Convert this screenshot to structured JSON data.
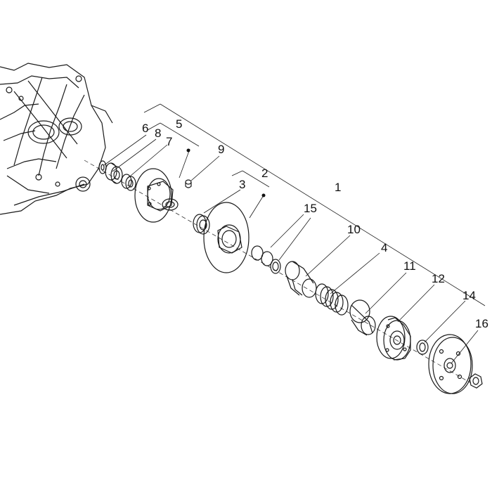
{
  "diagram": {
    "callouts": {
      "c1": "1",
      "c2": "2",
      "c3": "3",
      "c4": "4",
      "c5": "5",
      "c6": "6",
      "c7": "7",
      "c8": "8",
      "c9": "9",
      "c10": "10",
      "c11": "11",
      "c12": "12",
      "c14": "14",
      "c15": "15",
      "c16": "16"
    }
  }
}
